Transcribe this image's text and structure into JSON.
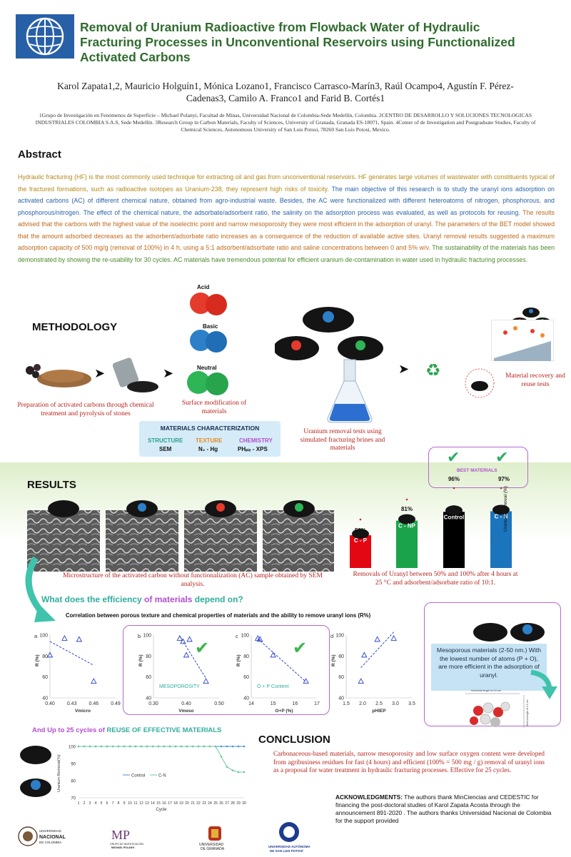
{
  "header": {
    "title": "Removal of Uranium Radioactive from Flowback Water of Hydraulic Fracturing Processes in Unconventional Reservoirs using Functionalized Activated Carbons",
    "authors": "Karol Zapata1,2, Mauricio Holguín1, Mónica Lozano1, Francisco Carrasco-Marín3, Raúl Ocampo4, Agustín F. Pérez-Cadenas3, Camilo A. Franco1 and Farid B. Cortés1",
    "affiliations": "1Grupo de Investigación en Fenómenos de Superficie – Michael Polanyi, Facultad de Minas, Universidad Nacional de Colombia-Sede Medellín, Colombia. 2CENTRO DE DESARROLLO Y SOLUCIONES TECNOLOGICAS INDUSTRIALES COLOMBIA S.A.S, Sede Medellín. 3Research Group in Carbon Materials, Faculty of Sciences, University of Granada, Granada ES-18071, Spain. 4Center of de Investigation and Postgraduate Studies, Faculty of Chemical Sciences, Autonomous University of San Luis Potosi, 78260 San Luis Potosi, Mexico."
  },
  "abstract": {
    "heading": "Abstract",
    "p1": "Hydraulic fracturing (HF) is the most commonly used technique for extracting oil and gas from unconventional reservoirs. HF generates large volumes of wastewater with constituents typical of the fractured formations, such as radioactive isotopes as Uranium-238, they represent high risks of toxicity.",
    "p2": " The main objective of this research is to study the uranyl ions adsorption on activated carbons (AC) of different chemical nature, obtained from agro-industrial waste. Besides, the AC were functionalized with different heteroatoms of nitrogen, phosphorous, and phosphorous/nitrogen. The effect of the chemical nature, the adsorbate/adsorbent ratio, the salinity on the adsorption process was evaluated, as well as protocols for reusing.",
    "p3": " The results advised that the carbons with the highest value of the isoelectric point and  narrow mesoporosity they were most efficient in the adsorption of uranyl. The parameters of the BET model showed that the amount adsorbed decreases as the adsorbent/adsorbate ratio increases as a consequence of the reduction of available active sites. Uranyl removal results suggested a maximum adsorption capacity of 500 mg/g (removal of 100%) in 4 h, using a 5:1 adsorbent/adsorbate ratio and saline concentrations between 0 and 5% w/v.",
    "p4": " The sustainability of the materials has been demonstrated by showing the re-usability for 30 cycles. AC materials have tremendous potential for efficient uranium de-contamination in water used in hydraulic fracturing processes."
  },
  "methodology": {
    "heading": "METHODOLOGY",
    "acid": "Acid",
    "basic": "Basic",
    "neutral": "Neutral",
    "step1": "Preparation of activated carbons through chemical treatment and pyrolysis of stones",
    "step2": "Surface modification of materials",
    "step3": "Uranium removal tests using simulated fracturing brines and materials",
    "step4": "Material recovery and reuse tests",
    "char_title": "MATERIALS CHARACTERIZATION",
    "char_cols": [
      {
        "label": "STRUCTURE",
        "value": "SEM"
      },
      {
        "label": "TEXTURE",
        "value": "N₂ - Hg"
      },
      {
        "label": "CHEMISTRY",
        "value": "PHₚᵢₑ - XPS"
      }
    ]
  },
  "results": {
    "heading": "RESULTS",
    "sem_caption": "Microstructure of the activated carbon without functionalization (AC) sample obtained by SEM analysis.",
    "removal_caption": "Removals of Uranyl between 50% and 100% after 4 hours at 25 °C and adsorbent/adsorbate ratio of 10:1.",
    "best_materials": "BEST MATERIALS",
    "y_axis": "Uranium Removal (%)",
    "question_a": "What does the efficiency ",
    "question_b": "of materials ",
    "question_c": "depend on?",
    "correlation_title": "Correlation between porous texture and chemical properties of materials and the ability to remove uranyl ions (R%)",
    "mesoporous_note": "Mesoporous materials (2-50 nm.) With the lowest number of atoms (P + O), are more efficient in the adsorption of uranyl.",
    "molecule_top": "Horizontal length of 2.6 nm",
    "molecule_side": "Vertical length of 2.0 nm",
    "reuse_a": "And Up to 25 cycles of ",
    "reuse_b": "REUSE OF EFFECTIVE MATERIALS"
  },
  "conclusion": {
    "heading": "CONCLUSION",
    "text": "Carbonaceous-based materials, narrow mesoporosity and low surface oxygen content were developed from agribusiness residues for fast (4 hours) and efficient (100% = 500 mg / g) removal of uranyl ions as a proposal for water treatment in hydraulic fracturing processes. Effective for 25 cycles."
  },
  "acknowledgments": {
    "label": "ACKNOWLEDGMENTS:",
    "text": " The authors thank MinCiencias and CEDESTIC for financing the post-doctoral studies of Karol Zapata Acosta through the announcement 891-2020 . The authors thanks Universidad Nacional de Colombia for the support provided"
  },
  "logos": {
    "unal_1": "UNIVERSIDAD",
    "unal_2": "NACIONAL",
    "unal_3": "DE COLOMBIA",
    "mp_1": "GRUPO DE INVESTIGACIÓN",
    "mp_2": "MICHAEL POLANYI",
    "ugr_1": "UNIVERSIDAD",
    "ugr_2": "DE GRANADA",
    "uaslp_1": "UNIVERSIDAD AUTÓNOMA",
    "uaslp_2": "DE SAN LUIS POTOSÍ"
  },
  "colors": {
    "title_green": "#2f6b2e",
    "red_caption": "#b5241d",
    "purple_frame": "#b36ad1",
    "teal_label": "#2fae9c"
  },
  "chart_data": [
    {
      "type": "bar",
      "categories": [
        "C - P",
        "C - NP",
        "Control",
        "C - N"
      ],
      "values": [
        56,
        81,
        96,
        97
      ],
      "data_labels": [
        "56%",
        "81%",
        "96%",
        "97%"
      ],
      "ylabel": "Uranium Removal (%)",
      "colors": [
        "#e30613",
        "#1aa34a",
        "#000000",
        "#1b75bc"
      ]
    },
    {
      "type": "scatter",
      "panel": "a",
      "xlabel": "Vmicro",
      "ylabel": "R (%)",
      "xlim": [
        0.4,
        0.49
      ],
      "ylim": [
        40,
        100
      ],
      "xticks": [
        "0.40",
        "0.43",
        "0.46",
        "0.49"
      ],
      "yticks": [
        "40",
        "60",
        "80",
        "100"
      ],
      "x": [
        0.4,
        0.42,
        0.44,
        0.46
      ],
      "y": [
        81,
        97,
        96,
        56
      ]
    },
    {
      "type": "scatter",
      "panel": "b",
      "xlabel": "Vmeso",
      "ylabel": "R (%)",
      "xlim": [
        0.3,
        0.5
      ],
      "ylim": [
        40,
        100
      ],
      "xticks": [
        "0.30",
        "0.40",
        "0.50"
      ],
      "yticks": [
        "40",
        "60",
        "80",
        "100"
      ],
      "x": [
        0.38,
        0.39,
        0.4,
        0.41,
        0.46
      ],
      "y": [
        97,
        94,
        81,
        96,
        56
      ],
      "annotation": "MESOPOROSITY"
    },
    {
      "type": "scatter",
      "panel": "c",
      "xlabel": "O+P (%)",
      "ylabel": "R (%)",
      "xlim": [
        14,
        17
      ],
      "ylim": [
        40,
        100
      ],
      "xticks": [
        "14",
        "15",
        "16",
        "17"
      ],
      "yticks": [
        "40",
        "60",
        "80",
        "100"
      ],
      "x": [
        14.3,
        14.4,
        15.0,
        16.5
      ],
      "y": [
        97,
        96,
        81,
        56
      ],
      "annotation": "O + P Content"
    },
    {
      "type": "scatter",
      "panel": "d",
      "xlabel": "pHIEP",
      "ylabel": "R (%)",
      "xlim": [
        1.5,
        3.5
      ],
      "ylim": [
        40,
        100
      ],
      "xticks": [
        "1.5",
        "2.0",
        "2.5",
        "3.0",
        "3.5"
      ],
      "yticks": [
        "40",
        "60",
        "80",
        "100"
      ],
      "x": [
        1.95,
        2.05,
        2.45,
        2.95
      ],
      "y": [
        56,
        81,
        96,
        97
      ]
    },
    {
      "type": "line",
      "xlabel": "Cycle",
      "ylabel": "Uranium Removal(%)",
      "ylim": [
        70,
        100
      ],
      "yticks": [
        "70",
        "80",
        "90",
        "100"
      ],
      "x": [
        1,
        2,
        3,
        4,
        5,
        6,
        7,
        8,
        9,
        10,
        11,
        12,
        13,
        14,
        15,
        16,
        17,
        18,
        19,
        20,
        21,
        22,
        23,
        24,
        25,
        26,
        27,
        28,
        29,
        30
      ],
      "series": [
        {
          "name": "Control",
          "color": "#4a90d9",
          "values": [
            100,
            100,
            100,
            100,
            100,
            100,
            100,
            100,
            100,
            100,
            100,
            100,
            100,
            100,
            100,
            100,
            100,
            100,
            100,
            100,
            100,
            100,
            100,
            100,
            100,
            100,
            100,
            100,
            100,
            100
          ]
        },
        {
          "name": "C-N",
          "color": "#6cc89b",
          "values": [
            100,
            100,
            100,
            100,
            100,
            100,
            100,
            100,
            100,
            100,
            100,
            100,
            100,
            100,
            100,
            100,
            100,
            100,
            100,
            100,
            100,
            100,
            100,
            100,
            100,
            94,
            88,
            86,
            85,
            85
          ]
        }
      ]
    }
  ]
}
